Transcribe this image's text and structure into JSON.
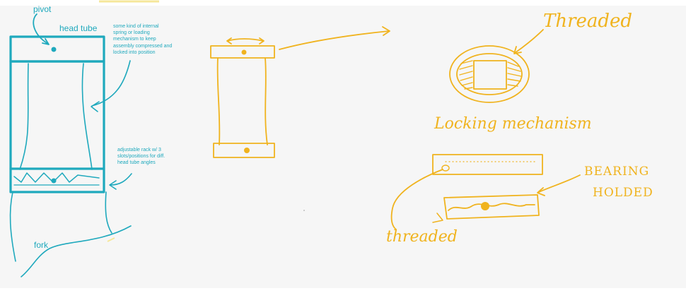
{
  "left_sketch": {
    "pivot_label": "pivot",
    "head_tube_label": "head tube",
    "spring_note": "some kind of internal\nspring or loading\nmechanism to keep\nassembly compressed and\nlocked into position",
    "rack_note": "adjustable rack w/ 3\nslots/positions for diff.\nhead tube angles",
    "fork_label": "fork"
  },
  "right_sketch": {
    "threaded_top_label": "Threaded",
    "locking_label": "Locking mechanism",
    "bearing_label_line1": "BEARING",
    "bearing_label_line2": "HOLDED",
    "threaded_bottom_label": "threaded"
  },
  "colors": {
    "teal": "#1fa9bd",
    "yellow": "#f0b31e",
    "background": "#f6f6f6"
  }
}
